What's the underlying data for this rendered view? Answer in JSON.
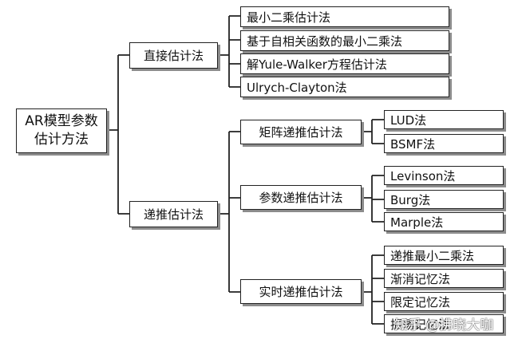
{
  "root": {
    "line1": "AR模型参数",
    "line2": "估计方法"
  },
  "categories": {
    "direct": {
      "label": "直接估计法",
      "methods": [
        "最小二乘估计法",
        "基于自相关函数的最小二乘法",
        "解Yule-Walker方程估计法",
        "Ulrych-Clayton法"
      ]
    },
    "recursive": {
      "label": "递推估计法",
      "groups": [
        {
          "label": "矩阵递推估计法",
          "methods": [
            "LUD法",
            "BSMF法"
          ]
        },
        {
          "label": "参数递推估计法",
          "methods": [
            "Levinson法",
            "Burg法",
            "Marple法"
          ]
        },
        {
          "label": "实时递推估计法",
          "methods": [
            "递推最小二乘法",
            "渐消记忆法",
            "限定记忆法",
            "振荡记忆法"
          ]
        }
      ]
    }
  },
  "watermark": "知乎 @拂晓大咖"
}
